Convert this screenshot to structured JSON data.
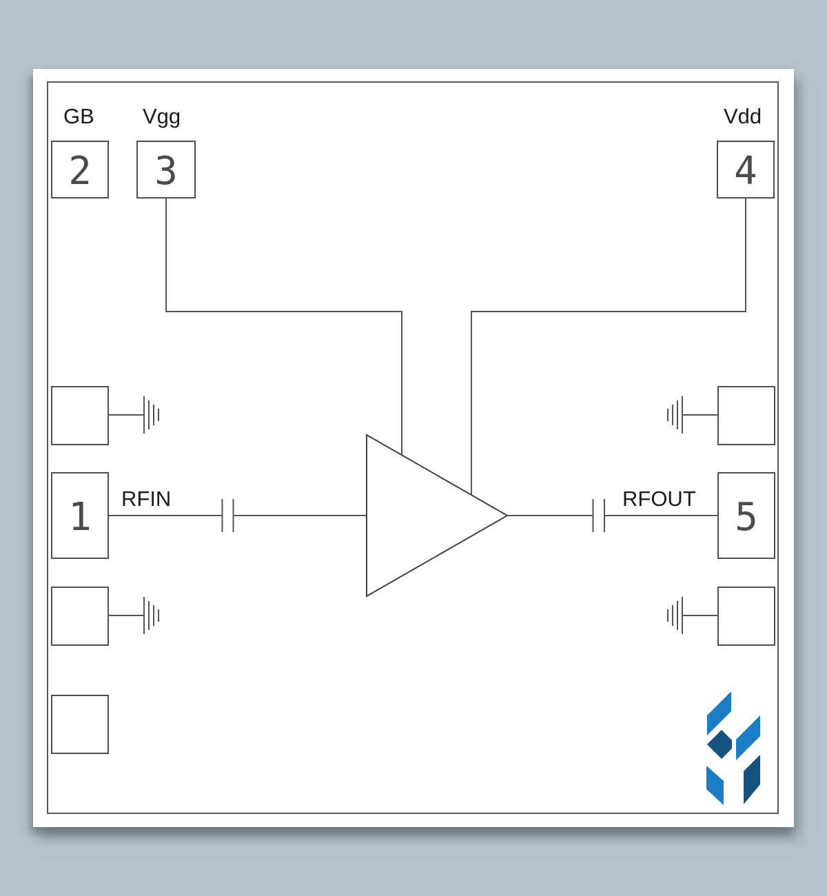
{
  "page": {
    "background_color": "#b7c3cb",
    "paper_color": "#ffffff",
    "line_color": "#555555",
    "text_color": "#1b1b1b"
  },
  "schematic": {
    "pins": {
      "pin1": {
        "number": "1",
        "label": "RFIN"
      },
      "pin2": {
        "number": "2",
        "label": "GB"
      },
      "pin3": {
        "number": "3",
        "label": "Vgg"
      },
      "pin4": {
        "number": "4",
        "label": "Vdd"
      },
      "pin5": {
        "number": "5",
        "label": "RFOUT"
      }
    },
    "icons": {
      "amplifier": "amplifier-triangle-icon",
      "dc_block_capacitor": "capacitor-icon",
      "ground": "rf-ground-icon",
      "logo": "hittite-h-logo-icon"
    }
  },
  "logo": {
    "light_blue": "#1b7ec4",
    "dark_blue": "#17517e"
  }
}
